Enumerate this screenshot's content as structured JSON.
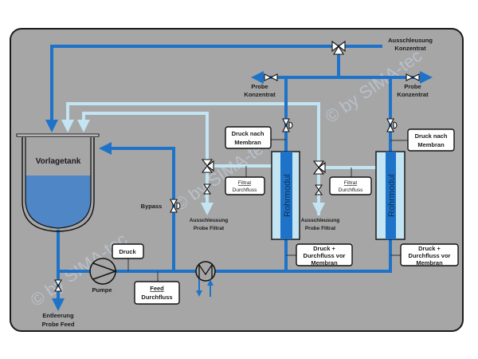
{
  "colors": {
    "panel": "#a6a6a6",
    "concentrate_line": "#1e73c8",
    "filtrate_line": "#c3e4f2",
    "liquid": "#4f86c6"
  },
  "watermark": "© by SIMA-tec",
  "tank": {
    "label": "Vorlagetank",
    "fill_level_percent": 60
  },
  "labels": {
    "ausschleusung_konzentrat": [
      "Ausschleusung",
      "Konzentrat"
    ],
    "probe_konzentrat_left": [
      "Probe",
      "Konzentrat"
    ],
    "probe_konzentrat_right": [
      "Probe",
      "Konzentrat"
    ],
    "bypass": "Bypass",
    "pumpe": "Pumpe",
    "entleerung": [
      "Entleerung",
      "Probe Feed"
    ],
    "ausschleusung_filtrat_left": [
      "Ausschleusung",
      "Probe Filtrat"
    ],
    "ausschleusung_filtrat_right": [
      "Ausschleusung",
      "Probe Filtrat"
    ]
  },
  "modules": [
    {
      "label": "Rohrmodul"
    },
    {
      "label": "Rohrmodul"
    }
  ],
  "boxes": {
    "druck": "Druck",
    "feed": [
      "Feed",
      "Durchfluss"
    ],
    "druck_nach_left": [
      "Druck nach",
      "Membran"
    ],
    "druck_nach_right": [
      "Druck nach",
      "Membran"
    ],
    "filtrat_left": [
      "Filtrat",
      "Durchfluss"
    ],
    "filtrat_right": [
      "Filtrat",
      "Durchfluss"
    ],
    "druck_vor_left": [
      "Druck +",
      "Durchfluss vor",
      "Membran"
    ],
    "druck_vor_right": [
      "Druck +",
      "Durchfluss vor",
      "Membran"
    ]
  }
}
